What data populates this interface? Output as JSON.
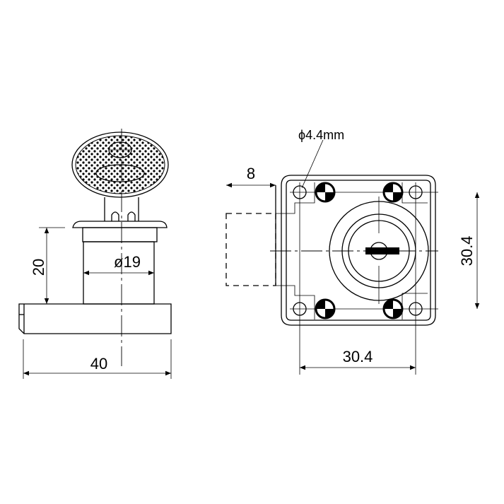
{
  "side_view": {
    "height_dim": "20",
    "diameter_dim": "ø19",
    "width_dim": "40"
  },
  "front_view": {
    "hole_label": "ϕ4.4mm",
    "bolt_dim": "8",
    "vertical_spacing_dim": "30.4",
    "horizontal_spacing_dim": "30.4"
  }
}
